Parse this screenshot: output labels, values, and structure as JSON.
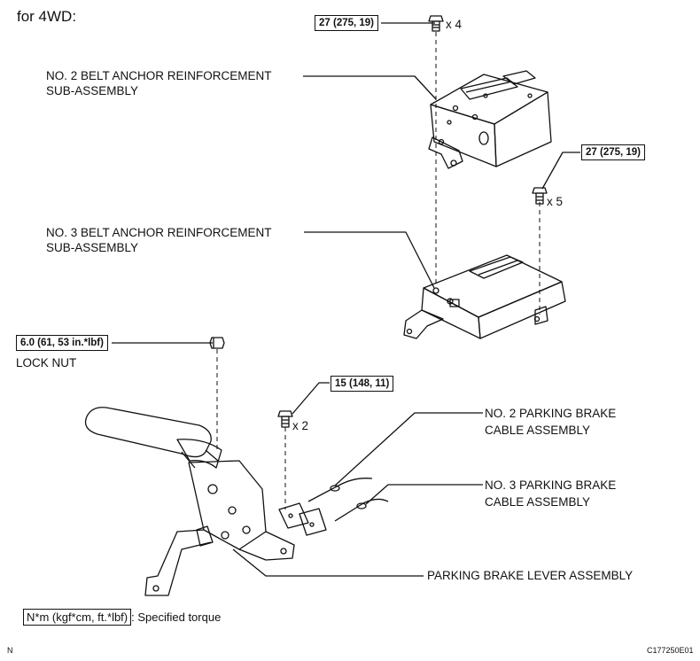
{
  "header": "for 4WD:",
  "torques": {
    "top": "27 (275, 19)",
    "right": "27 (275, 19)",
    "lock_nut": "6.0 (61, 53 in.*lbf)",
    "mid": "15 (148, 11)"
  },
  "quantities": {
    "top_bolts": "x 4",
    "right_bolts": "x 5",
    "mid_bolts": "x 2"
  },
  "labels": {
    "no2_anchor_line1": "NO. 2 BELT ANCHOR REINFORCEMENT",
    "no2_anchor_line2": "SUB-ASSEMBLY",
    "no3_anchor_line1": "NO. 3 BELT ANCHOR REINFORCEMENT",
    "no3_anchor_line2": "SUB-ASSEMBLY",
    "lock_nut": "LOCK NUT",
    "no2_cable_line1": "NO. 2 PARKING BRAKE",
    "no2_cable_line2": "CABLE ASSEMBLY",
    "no3_cable_line1": "NO. 3 PARKING BRAKE",
    "no3_cable_line2": "CABLE ASSEMBLY",
    "lever": "PARKING BRAKE LEVER ASSEMBLY"
  },
  "legend": {
    "unit_box": "N*m (kgf*cm, ft.*lbf)",
    "text": ": Specified torque"
  },
  "footer": {
    "left_mark": "N",
    "figure_code": "C177250E01"
  }
}
